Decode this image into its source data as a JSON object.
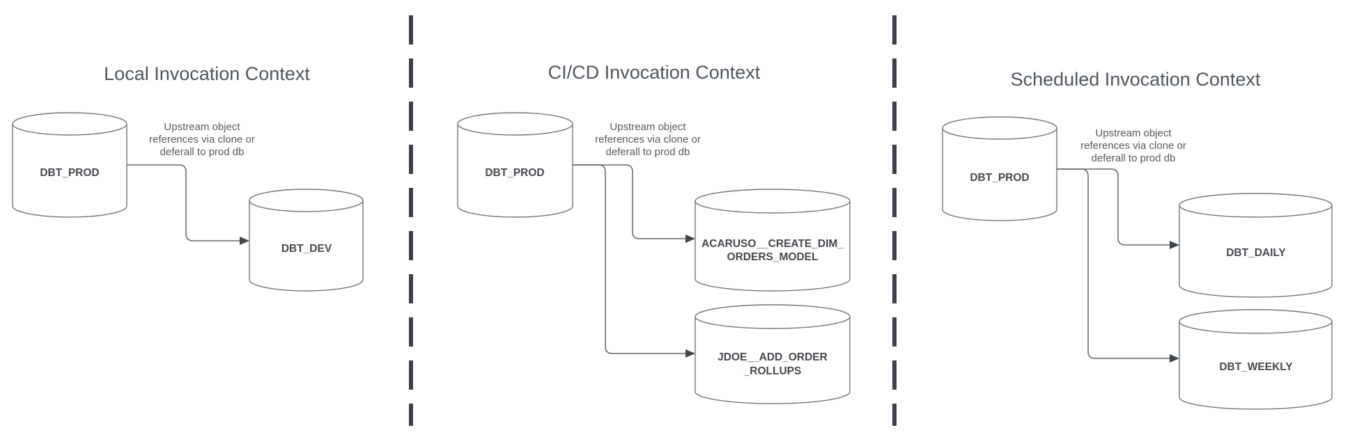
{
  "sections": [
    {
      "title": "Local Invocation Context",
      "source": {
        "label": "DBT_PROD"
      },
      "annotation_lines": [
        "Upstream object",
        "references via clone or",
        "deferall to prod db"
      ],
      "targets": [
        {
          "label_lines": [
            "DBT_DEV"
          ]
        }
      ]
    },
    {
      "title": "CI/CD Invocation Context",
      "source": {
        "label": "DBT_PROD"
      },
      "annotation_lines": [
        "Upstream object",
        "references via clone or",
        "deferall to prod db"
      ],
      "targets": [
        {
          "label_lines": [
            "ACARUSO__CREATE_DIM_",
            "ORDERS_MODEL"
          ]
        },
        {
          "label_lines": [
            "JDOE__ADD_ORDER",
            "_ROLLUPS"
          ]
        }
      ]
    },
    {
      "title": "Scheduled Invocation Context",
      "source": {
        "label": "DBT_PROD"
      },
      "annotation_lines": [
        "Upstream object",
        "references via clone or",
        "deferall to prod db"
      ],
      "targets": [
        {
          "label_lines": [
            "DBT_DAILY"
          ]
        },
        {
          "label_lines": [
            "DBT_WEEKLY"
          ]
        }
      ]
    }
  ],
  "colors": {
    "background": "#ffffff",
    "node_stroke": "#70767b",
    "node_fill": "#ffffff",
    "connector": "#60666d",
    "arrowhead": "#3f454d",
    "divider": "#3a414b",
    "title_text": "#4e565e",
    "node_label_text": "#44484d",
    "annotation_text": "#55595e"
  }
}
